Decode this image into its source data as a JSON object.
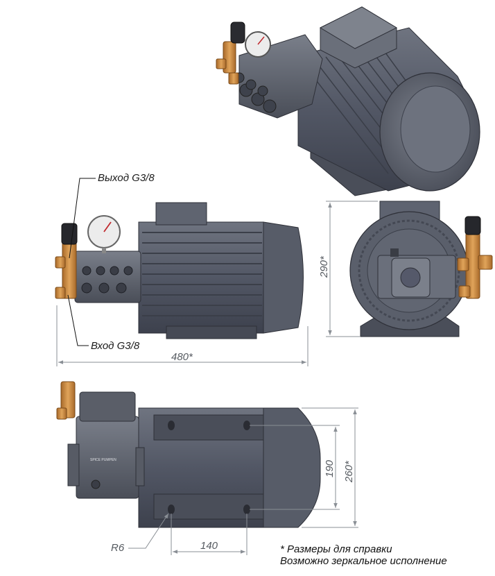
{
  "labels": {
    "outlet": "Выход G3/8",
    "inlet": "Вход G3/8"
  },
  "dimensions": {
    "length": "480*",
    "height": "290*",
    "width": "260*",
    "mount_width": "190",
    "mount_length": "140",
    "radius": "R6"
  },
  "notes": {
    "reference": "* Размеры для справки",
    "mirror": "Возможно зеркальное исполнение"
  },
  "pump_plate_text": "SPICE PUMPEN",
  "colors": {
    "motor": "#555a66",
    "motor_dark": "#3e4250",
    "motor_light": "#6c717d",
    "brass": "#c9873a",
    "dim_line": "#8a8f95"
  }
}
